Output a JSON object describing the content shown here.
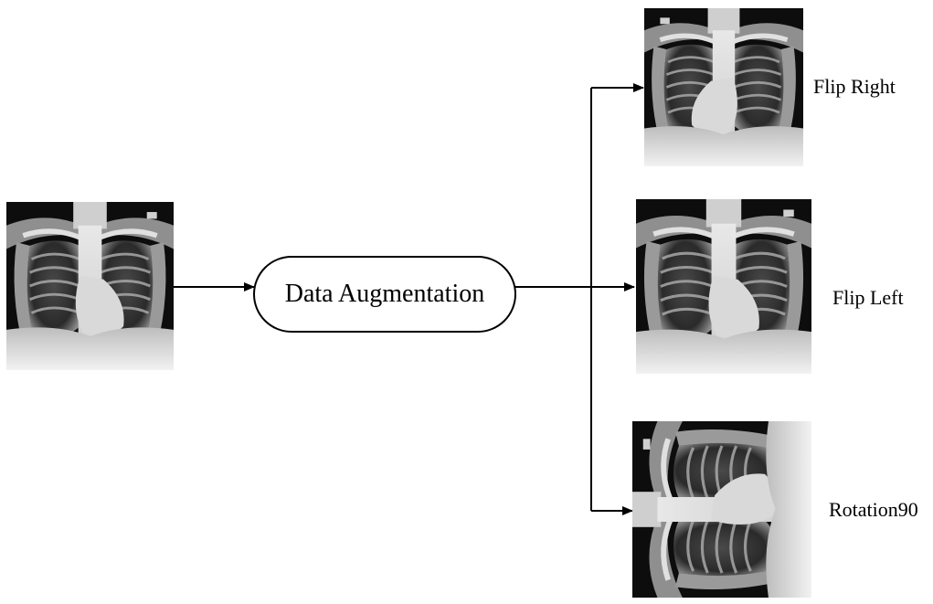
{
  "process": {
    "label": "Data Augmentation"
  },
  "outputs": [
    {
      "label": "Flip Right"
    },
    {
      "label": "Flip Left"
    },
    {
      "label": "Rotation90"
    }
  ],
  "images": {
    "original": {
      "marker": "L",
      "icon": "chest-xray-icon"
    },
    "flip_right": {
      "marker": "L",
      "icon": "chest-xray-icon"
    },
    "flip_left": {
      "marker": "L",
      "icon": "chest-xray-icon"
    },
    "rotation90": {
      "marker": "L",
      "icon": "chest-xray-icon"
    }
  },
  "colors": {
    "line": "#000000",
    "xray_dark": "#0d0d0d",
    "xray_bright": "#eeeeee"
  }
}
